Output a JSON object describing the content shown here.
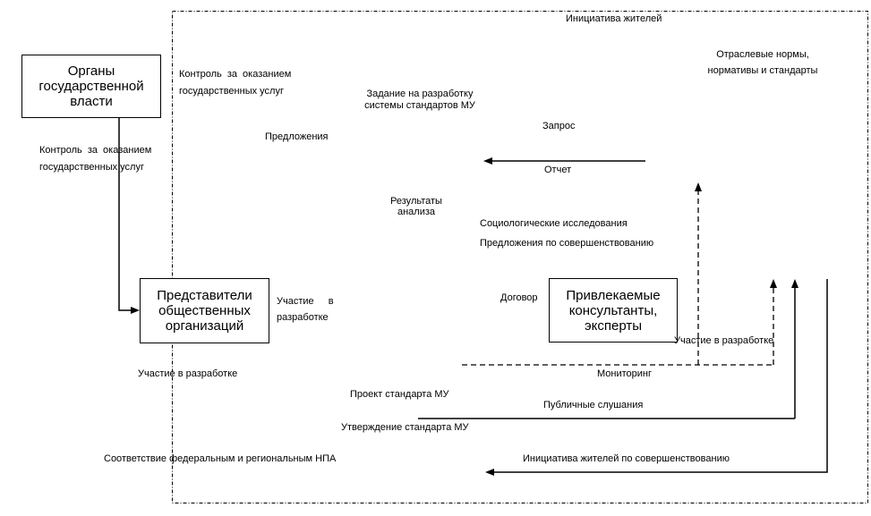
{
  "boxes": {
    "authorities": "Органы государственной власти",
    "representatives": "Представители общественных организаций",
    "consultants": "Привлекаемые консультанты, эксперты"
  },
  "labels": {
    "citizens_initiative_top": "Инициатива жителей",
    "industry_norms": "Отраслевые нормы, нормативы и стандарты",
    "control_outer_line1": "Контроль за оказанием",
    "control_outer_line2": "государственных услуг",
    "control_inner_line1": "Контроль за оказанием",
    "control_inner_line2": "государственных услуг",
    "task_standards": "Задание на разработку системы стандартов МУ",
    "proposals": "Предложения",
    "request": "Запрос",
    "report": "Отчет",
    "analysis_results": "Результаты анализа",
    "sociological_research": "Социологические исследования",
    "improvement_proposals": "Предложения по совершенствованию",
    "contract": "Договор",
    "participation_right_line1": "Участие в",
    "participation_right_line2": "разработке",
    "participation_consultants": "Участие в разработке",
    "participation_bottom": "Участие в разработке",
    "monitoring": "Мониторинг",
    "draft_standard": "Проект стандарта МУ",
    "public_hearings": "Публичные слушания",
    "standard_approval": "Утверждение стандарта МУ",
    "npa_compliance": "Соответствие федеральным и региональным НПА",
    "citizens_initiative_improvement": "Инициатива жителей по совершенствованию"
  },
  "colors": {
    "line": "#000000",
    "background": "#ffffff"
  }
}
